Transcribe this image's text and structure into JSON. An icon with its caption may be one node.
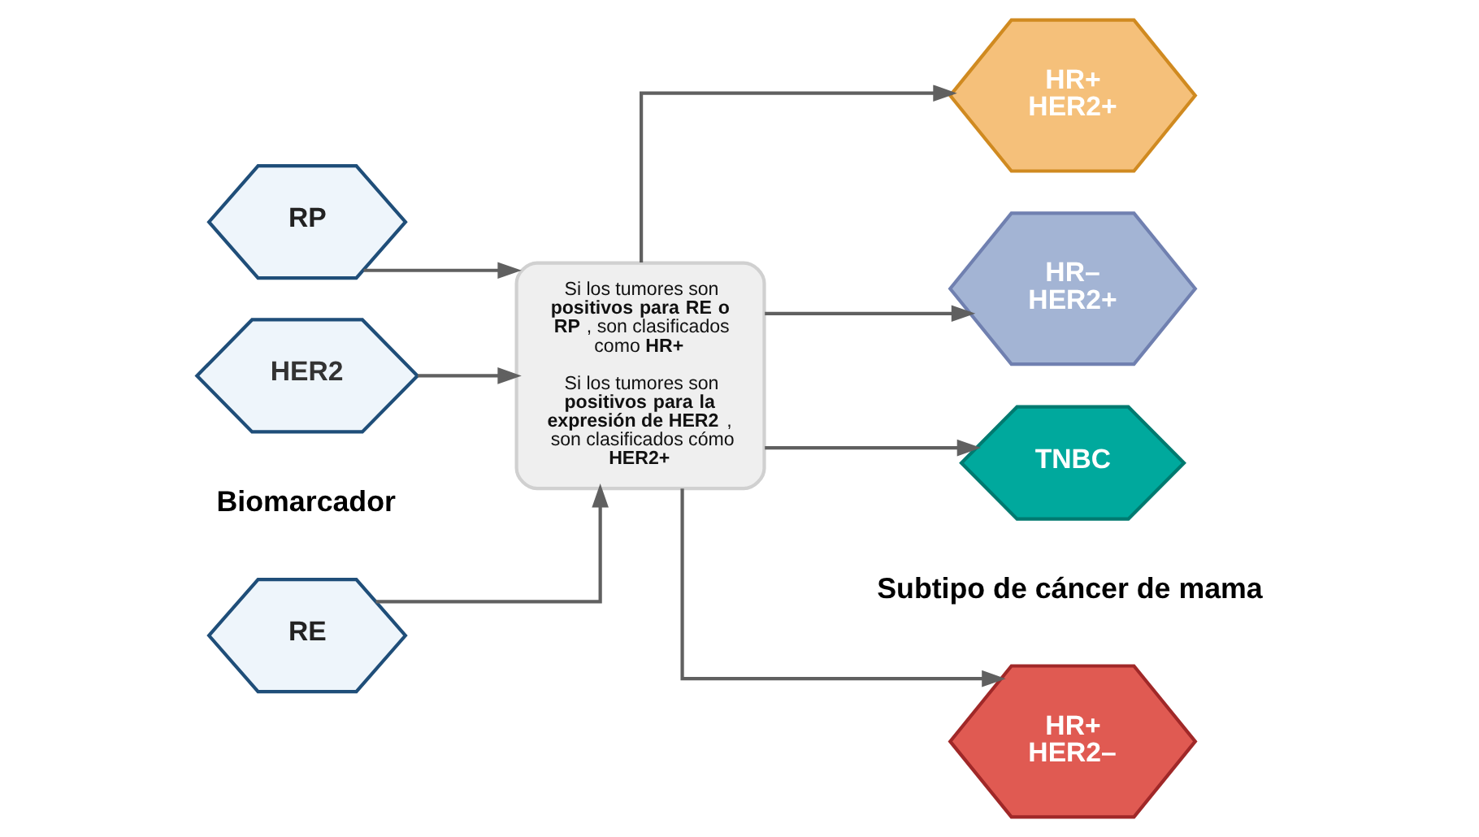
{
  "diagram": {
    "nodes": [
      {
        "text": [
          "RE"
        ]
      },
      {
        "text": [
          "RP"
        ]
      },
      {
        "text": [
          "HER2"
        ]
      },
      {
        "text": [
          "Si los tumores son **positivos para RE o RP**, son clasificados como **HR+**",
          "Si los tumores son **positivos para la expresión de HER2**, son clasificados cómo **HER2+**"
        ]
      },
      {
        "text": [
          "HR+ HER2–"
        ]
      },
      {
        "text": [
          "HR+ HER2+"
        ]
      },
      {
        "text": [
          "HR– HER2+"
        ]
      },
      {
        "text": [
          "TNBC"
        ]
      }
    ],
    "edges": [
      {
        "from": 0,
        "to": 3,
        "arrow": "to"
      },
      {
        "from": 1,
        "to": 3,
        "arrow": "to"
      },
      {
        "from": 2,
        "to": 3,
        "arrow": "to"
      },
      {
        "from": 3,
        "to": 4,
        "arrow": "to"
      },
      {
        "from": 3,
        "to": 5,
        "arrow": "to"
      },
      {
        "from": 3,
        "to": 6,
        "arrow": "to"
      },
      {
        "from": 3,
        "to": 7,
        "arrow": "to"
      }
    ],
    "labels": [
      "Biomarcador",
      "Subtipo de cáncer de mama"
    ]
  }
}
